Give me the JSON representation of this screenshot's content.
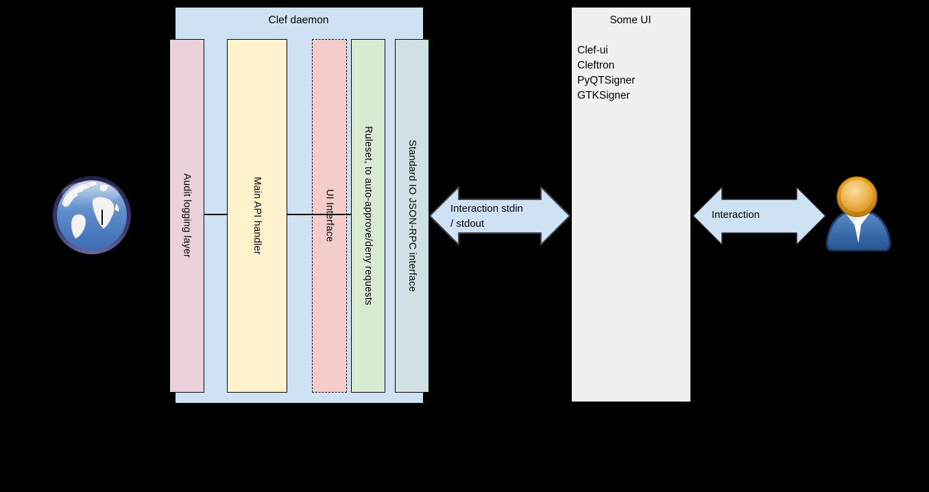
{
  "canvas": {
    "background": "#000000"
  },
  "clef_daemon": {
    "title": "Clef daemon",
    "box_fill": "#cfe2f3",
    "layers": [
      {
        "label": "Audit logging layer",
        "fill": "#ead1dc",
        "border_style": "solid"
      },
      {
        "label": "Main API handler",
        "fill": "#fff2cc",
        "border_style": "solid"
      },
      {
        "label": "UI Interface",
        "fill": "#f4cccc",
        "border_style": "dashed"
      },
      {
        "label": "Ruleset, to auto-approve/deny requests",
        "fill": "#d9ead3",
        "border_style": "solid"
      },
      {
        "label": "Standard IO JSON-RPC interface",
        "fill": "#d0e0e3",
        "border_style": "solid"
      }
    ]
  },
  "some_ui": {
    "title": "Some UI",
    "box_fill": "#f0f0f0",
    "implementations": [
      "Clef-ui",
      "Cleftron",
      "PyQTSigner",
      "GTKSigner"
    ]
  },
  "arrows": {
    "clef_to_ui": {
      "label_line1": "Interaction stdin",
      "label_line2": "/ stdout",
      "fill": "#cfe2f3",
      "stroke": "#44474b"
    },
    "ui_to_user": {
      "label": "Interaction",
      "fill": "#cfe2f3",
      "stroke": "#2a2d30"
    }
  },
  "icons": {
    "globe": "globe-icon",
    "user": "person-icon"
  }
}
